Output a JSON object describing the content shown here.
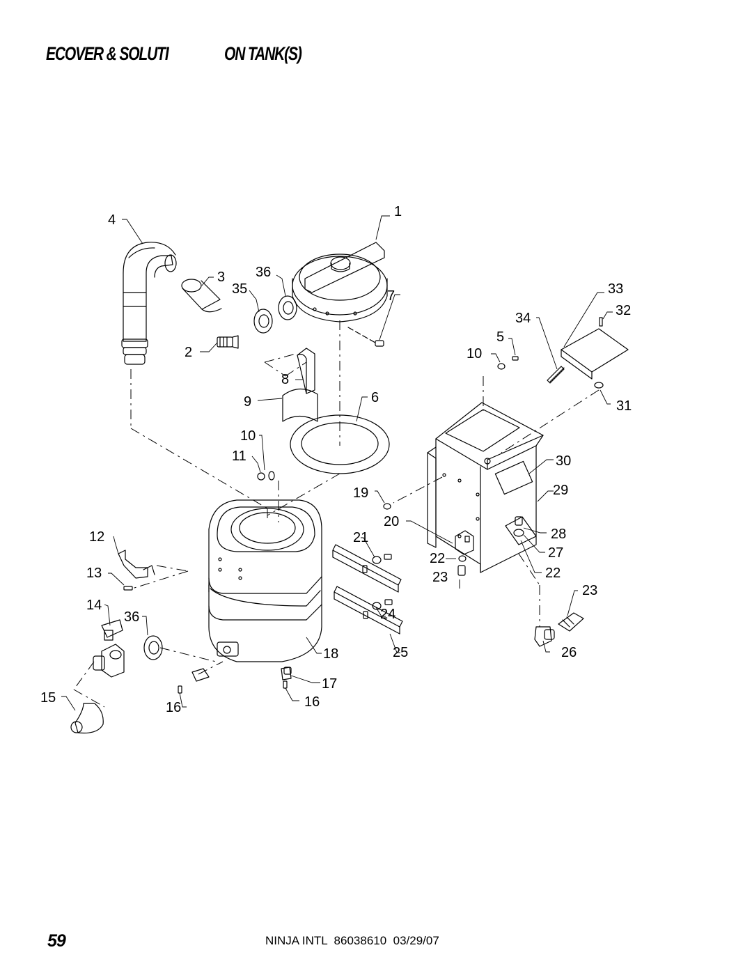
{
  "header": {
    "title_left": "ECOVER & SOLUTI",
    "title_right": "ON TANK(S)"
  },
  "callouts": [
    "1",
    "2",
    "3",
    "4",
    "5",
    "6",
    "7",
    "8",
    "9",
    "10",
    "10",
    "11",
    "12",
    "13",
    "14",
    "15",
    "16",
    "16",
    "17",
    "18",
    "19",
    "20",
    "21",
    "22",
    "22",
    "23",
    "23",
    "24",
    "25",
    "26",
    "27",
    "28",
    "29",
    "30",
    "31",
    "32",
    "33",
    "34",
    "35",
    "36",
    "36"
  ],
  "footer": {
    "page": "59",
    "doc": "NINJA INTL  86038610  03/29/07"
  },
  "colors": {
    "ink": "#000000",
    "paper": "#ffffff"
  }
}
